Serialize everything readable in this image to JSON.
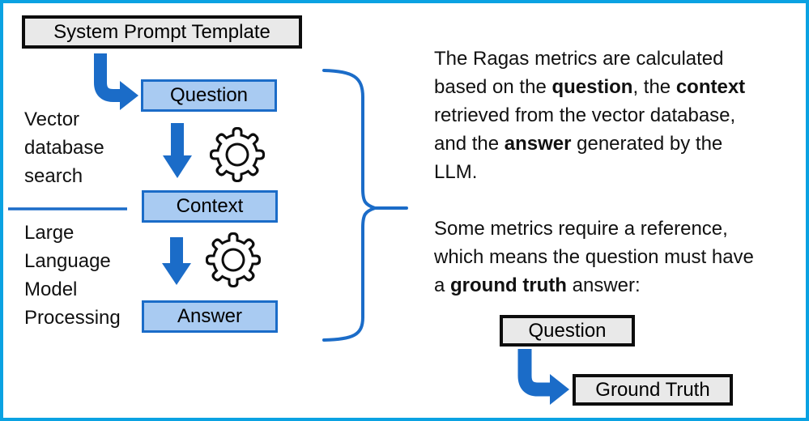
{
  "colors": {
    "frame": "#0aa2e2",
    "accent_blue": "#1b6cc8",
    "box_fill_blue": "#a9cbf2",
    "box_fill_gray": "#e9e9e9",
    "box_border_black": "#0d0d0d"
  },
  "icons": {
    "gear": "outline-cog",
    "down_arrow": "solid-blue-block-arrow-down",
    "elbow_arrow": "solid-blue-elbow-arrow-down-right",
    "brace": "blue-right-curly-brace"
  },
  "flow": {
    "system_prompt_label": "System Prompt Template",
    "question_label": "Question",
    "context_label": "Context",
    "answer_label": "Answer",
    "vector_search_label": "Vector\ndatabase\nsearch",
    "llm_processing_label": "Large\nLanguage\nModel\nProcessing"
  },
  "right_panel": {
    "paragraphs": [
      {
        "lines": [
          [
            {
              "t": "The Ragas metrics are calculated"
            }
          ],
          [
            {
              "t": "based on the "
            },
            {
              "t": "question",
              "b": true
            },
            {
              "t": ", the "
            },
            {
              "t": "context",
              "b": true
            }
          ],
          [
            {
              "t": "retrieved from the vector database,"
            }
          ],
          [
            {
              "t": "and the "
            },
            {
              "t": "answer",
              "b": true
            },
            {
              "t": " generated by the"
            }
          ],
          [
            {
              "t": "LLM."
            }
          ]
        ]
      },
      {
        "lines": [
          [
            {
              "t": "Some metrics require a reference,"
            }
          ],
          [
            {
              "t": "which means the question must have"
            }
          ],
          [
            {
              "t": "a "
            },
            {
              "t": "ground truth",
              "b": true
            },
            {
              "t": " answer:"
            }
          ]
        ]
      }
    ]
  },
  "reference": {
    "question_label": "Question",
    "ground_truth_label": "Ground Truth"
  }
}
